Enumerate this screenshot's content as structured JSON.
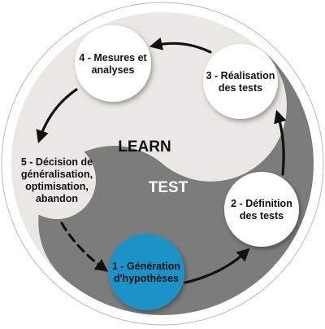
{
  "diagram": {
    "type": "cycle",
    "regions": [
      {
        "id": "learn",
        "label": "LEARN",
        "color": "#eae8e2",
        "text_color": "#111111"
      },
      {
        "id": "test",
        "label": "TEST",
        "color": "#7c7c7c",
        "text_color": "#ffffff"
      }
    ],
    "nodes": [
      {
        "id": "n1",
        "lines": [
          "1 - Génération",
          "d'hypothèses"
        ],
        "color": "#1a93c6"
      },
      {
        "id": "n2",
        "lines": [
          "2 - Définition",
          "des tests"
        ],
        "color": "#ffffff"
      },
      {
        "id": "n3",
        "lines": [
          "3 - Réalisation",
          "des tests"
        ],
        "color": "#ffffff"
      },
      {
        "id": "n4",
        "lines": [
          "4 - Mesures et",
          "analyses"
        ],
        "color": "#ffffff"
      },
      {
        "id": "n5",
        "lines": [
          "5 - Décision de",
          "généralisation,",
          "optimisation,",
          "abandon"
        ],
        "color": "#eae8e2"
      }
    ],
    "edges": [
      {
        "from": "n1",
        "to": "n2",
        "style": "solid"
      },
      {
        "from": "n2",
        "to": "n3",
        "style": "solid"
      },
      {
        "from": "n3",
        "to": "n4",
        "style": "solid"
      },
      {
        "from": "n4",
        "to": "n5",
        "style": "solid"
      },
      {
        "from": "n5",
        "to": "n1",
        "style": "dashed"
      }
    ],
    "colors": {
      "outer_ring": "#ffffff",
      "outer_border": "#b9b9b9",
      "arrow": "#111111"
    }
  }
}
